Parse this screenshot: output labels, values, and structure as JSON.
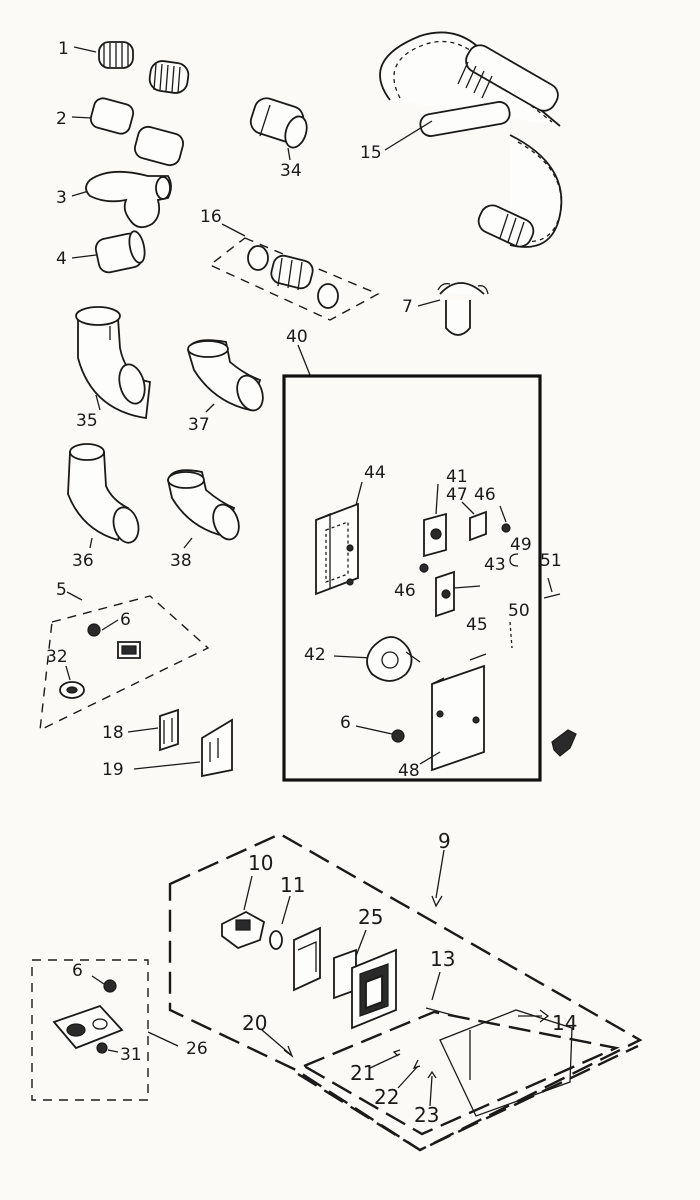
{
  "diagram": {
    "callouts": {
      "c1": "1",
      "c2": "2",
      "c3": "3",
      "c4": "4",
      "c5": "5",
      "c6a": "6",
      "c32": "32",
      "c18": "18",
      "c19": "19",
      "c34": "34",
      "c15": "15",
      "c16": "16",
      "c7": "7",
      "c40": "40",
      "c35": "35",
      "c37": "37",
      "c36": "36",
      "c38": "38",
      "c44": "44",
      "c41": "41",
      "c47": "47",
      "c46a": "46",
      "c49": "49",
      "c51": "51",
      "c43": "43",
      "c46b": "46",
      "c45": "45",
      "c50": "50",
      "c42": "42",
      "c6b": "6",
      "c48": "48",
      "c9": "9",
      "c10": "10",
      "c11": "11",
      "c25": "25",
      "c13": "13",
      "c14": "14",
      "c20": "20",
      "c21": "21",
      "c22": "22",
      "c23": "23",
      "c6c": "6",
      "c31": "31",
      "c26": "26"
    }
  }
}
